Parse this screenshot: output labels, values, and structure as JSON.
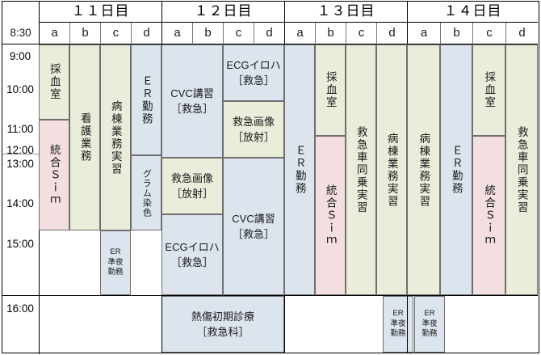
{
  "table": {
    "corner_label": "8:30",
    "days": [
      {
        "label": "１１日目",
        "cols": [
          "a",
          "b",
          "c",
          "d"
        ]
      },
      {
        "label": "１２日目",
        "cols": [
          "a",
          "b",
          "c",
          "d"
        ]
      },
      {
        "label": "１３日目",
        "cols": [
          "a",
          "b",
          "c",
          "d"
        ]
      },
      {
        "label": "１４日目",
        "cols": [
          "a",
          "b",
          "c",
          "d"
        ]
      }
    ],
    "time_labels": [
      "9:00",
      "10:00",
      "11:00",
      "12:00",
      "13:00",
      "14:00",
      "15:00",
      "16:00"
    ],
    "colors": {
      "green": "#e9edd9",
      "blue": "#dce4ee",
      "pink": "#f3dfdf",
      "white": "#ffffff",
      "border": "#6f6f6f",
      "frame": "#000000"
    }
  },
  "blocks": {
    "d11a1": "採血室",
    "d11a2": "統合Ｓｉｍ",
    "d11b1": "看護業務",
    "d11c1": "病棟業務実習",
    "d11c2": "ER\n準夜\n勤務",
    "d11d1": "ＥＲ勤務",
    "d11d2": "グラム染色",
    "d12ab1": "CVC講習\n［救急］",
    "d12ab2": "救急画像\n［放射］",
    "d12ab3": "ECGイロハ\n［救急］",
    "d12cd1": "ECGイロハ\n［救急］",
    "d12cd2": "救急画像\n［放射］",
    "d12cd3": "CVC講習\n［救急］",
    "d12bottom": "熱傷初期診療\n［救急科］",
    "d13a1": "ＥＲ勤務",
    "d13b1": "採血室",
    "d13b2": "統合Ｓｉｍ",
    "d13c1": "救急車同乗実習",
    "d13d1": "病棟業務実習",
    "d13d2": "ER\n準夜\n勤務",
    "d14a1": "病棟業務実習",
    "d14a2": "ER\n準夜\n勤務",
    "d14b1": "ＥＲ勤務",
    "d14c1": "採血室",
    "d14c2": "統合Ｓｉｍ",
    "d14d1": "救急車同乗実習"
  }
}
